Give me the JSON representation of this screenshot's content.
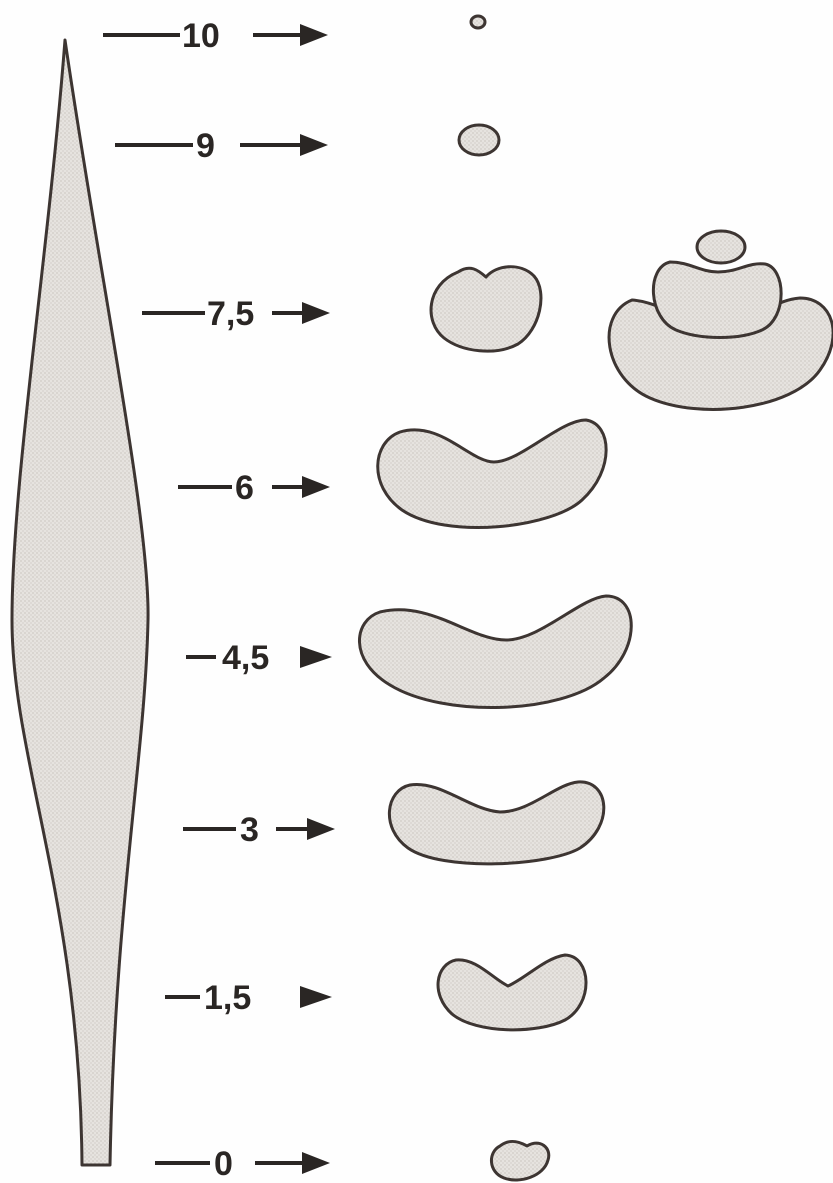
{
  "levels": [
    {
      "label": "10"
    },
    {
      "label": "9"
    },
    {
      "label": "7,5"
    },
    {
      "label": "6"
    },
    {
      "label": "4,5"
    },
    {
      "label": "3"
    },
    {
      "label": "1,5"
    },
    {
      "label": "0"
    }
  ],
  "colors": {
    "fill": "#e6e3df",
    "stroke": "#3d3532",
    "ink": "#2a2624"
  }
}
